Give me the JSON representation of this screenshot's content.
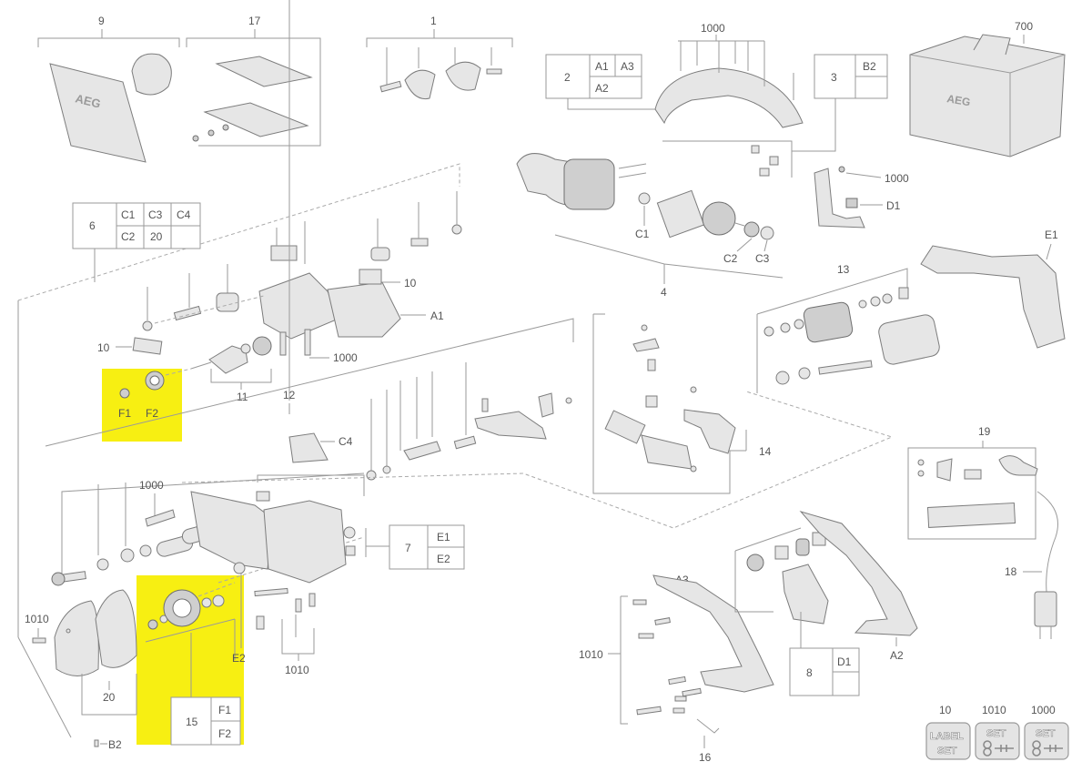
{
  "labels": {
    "l9": "9",
    "l17": "17",
    "l1": "1",
    "l1000top": "1000",
    "l700": "700",
    "l6": "6",
    "l10a": "10",
    "lA1": "A1",
    "l1000a": "1000",
    "l10b": "10",
    "l11": "11",
    "lF1": "F1",
    "lF2": "F2",
    "l12": "12",
    "lC4": "C4",
    "l1000b": "1000",
    "l1010a": "1010",
    "l20": "20",
    "lB2": "B2",
    "l1010b": "1010",
    "lE2": "E2",
    "l4": "4",
    "lC1": "C1",
    "lC2": "C2",
    "lC3": "C3",
    "l1000c": "1000",
    "lD1": "D1",
    "lE1": "E1",
    "l13": "13",
    "l14": "14",
    "l19": "19",
    "l18": "18",
    "lA3": "A3",
    "l1010c": "1010",
    "lA2": "A2",
    "l16": "16"
  },
  "logo_text": "AEG",
  "tables": {
    "t2": {
      "num": "2",
      "c1": "A1",
      "c2": "A3",
      "c3": "A2"
    },
    "t3": {
      "num": "3",
      "c1": "B2"
    },
    "t6": {
      "num": "6",
      "r1a": "C1",
      "r1b": "C3",
      "r1c": "C4",
      "r2a": "C2",
      "r2b": "20"
    },
    "t7": {
      "num": "7",
      "c1": "E1",
      "c2": "E2"
    },
    "t8": {
      "num": "8",
      "c1": "D1"
    },
    "t15": {
      "num": "15",
      "c1": "F1",
      "c2": "F2"
    }
  },
  "kits": [
    {
      "num": "10",
      "line1": "LABEL",
      "line2": "SET"
    },
    {
      "num": "1010",
      "line1": "SET",
      "line2": ""
    },
    {
      "num": "1000",
      "line1": "SET",
      "line2": ""
    }
  ],
  "colors": {
    "highlight": "#f7ef12",
    "line": "#9a9a9a",
    "text": "#555555"
  }
}
